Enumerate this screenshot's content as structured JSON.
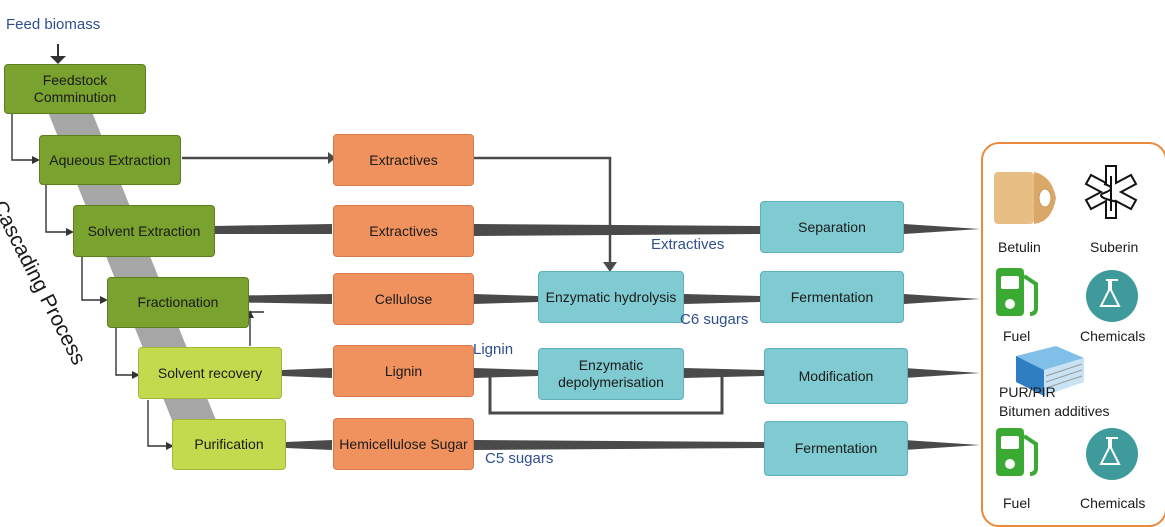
{
  "feed_label": "Feed biomass",
  "cascade_label": "Cascading Process",
  "process_steps": {
    "feedstock": "Feedstock Comminution",
    "aqueous": "Aqueous Extraction",
    "solvent": "Solvent Extraction",
    "fractionation": "Fractionation",
    "solvent_recovery": "Solvent recovery",
    "purification": "Purification"
  },
  "intermediates": {
    "extractives_1": "Extractives",
    "extractives_2": "Extractives",
    "cellulose": "Cellulose",
    "lignin": "Lignin",
    "hemicellulose": "Hemicellulose Sugar"
  },
  "conversions": {
    "enzymatic_hydrolysis": "Enzymatic hydrolysis",
    "enzymatic_depolymerisation": "Enzymatic depolymerisation",
    "separation": "Separation",
    "fermentation_1": "Fermentation",
    "modification": "Modification",
    "fermentation_2": "Fermentation"
  },
  "flow_labels": {
    "extractives": "Extractives",
    "c6_sugars": "C6 sugars",
    "lignin": "Lignin",
    "c5_sugars": "C5 sugars"
  },
  "products": {
    "betulin": "Betulin",
    "suberin": "Suberin",
    "fuel_1": "Fuel",
    "chemicals_1": "Chemicals",
    "pur_pir": "PUR/PIR",
    "bitumen": "Bitumen additives",
    "fuel_2": "Fuel",
    "chemicals_2": "Chemicals"
  },
  "colors": {
    "process_green": "#7aa22e",
    "process_lime": "#c3d94e",
    "intermediate_orange": "#f0925e",
    "conversion_teal": "#7fcbd1",
    "products_border": "#e98a3c",
    "flow_label_blue": "#2f4f8f"
  }
}
